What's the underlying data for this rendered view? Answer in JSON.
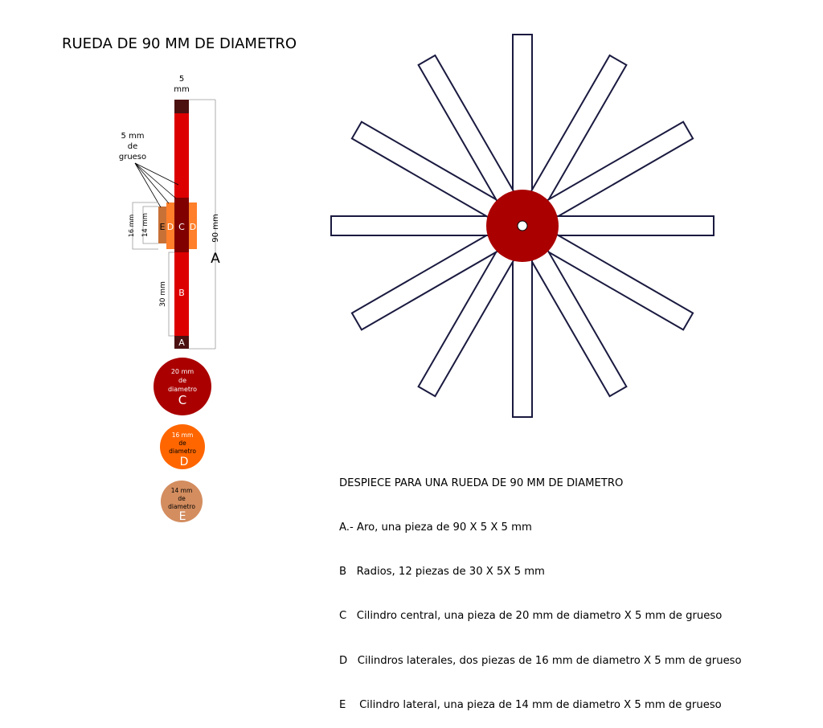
{
  "title": "RUEDA DE 90 MM DE DIAMETRO",
  "labels": {
    "width_top_1": "5",
    "width_top_2": "mm",
    "thickness_1": "5 mm",
    "thickness_2": "de",
    "thickness_3": "grueso",
    "dim_16": "16 mm",
    "dim_14": "14 mm",
    "dim_90": "90 mm",
    "dim_30": "30 mm",
    "letter_a_big": "A",
    "letter_a": "A",
    "letter_b": "B",
    "letter_c": "C",
    "letter_d": "D",
    "letter_e": "E"
  },
  "circles": [
    {
      "size_1": "20 mm",
      "size_2": "de",
      "size_3": "diametro",
      "letter": "C",
      "color": "#aa0000"
    },
    {
      "size_1": "16 mm",
      "size_2": "de",
      "size_3": "diametro",
      "letter": "D",
      "color": "#ff6600"
    },
    {
      "size_1": "14 mm",
      "size_2": "de",
      "size_3": "diametro",
      "letter": "E",
      "color": "#d38d5f"
    }
  ],
  "colors": {
    "rim_dark": "#4b1111",
    "spoke_red": "#dd0000",
    "hub_dark": "#800000",
    "hub_c": "#aa0000",
    "disc_d": "#ff7f2a",
    "disc_e": "#c87137",
    "wheel_hub": "#aa0000",
    "spoke_stroke": "#1a1a40"
  },
  "parts_list": {
    "heading": "DESPIECE PARA UNA RUEDA DE 90 MM DE DIAMETRO",
    "items": [
      "A.- Aro, una pieza de 90 X 5 X 5 mm",
      "B   Radios, 12 piezas de 30 X 5X 5 mm",
      "C   Cilindro central, una pieza de 20 mm de diametro X 5 mm de grueso",
      "D   Cilindros laterales, dos piezas de 16 mm de diametro X 5 mm de grueso",
      "E    Cilindro lateral, una pieza de 14 mm de diametro X 5 mm de grueso"
    ]
  },
  "wheel": {
    "spoke_count": 12
  }
}
